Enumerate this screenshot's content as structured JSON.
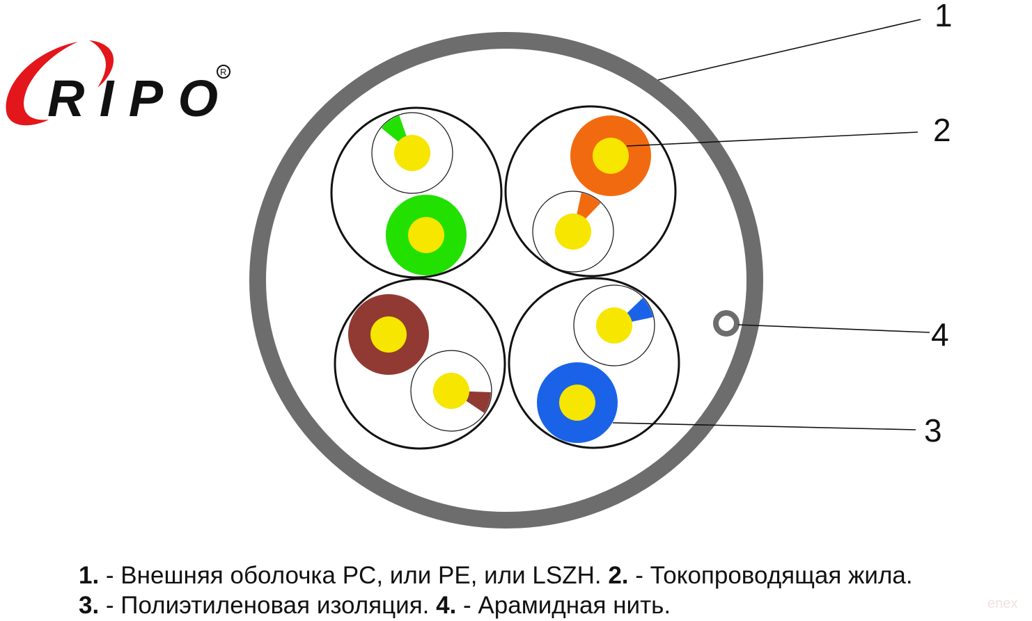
{
  "logo": {
    "text": "RIPO",
    "mark": "®",
    "colors": {
      "swoosh": "#e3161b",
      "text": "#111111"
    }
  },
  "callouts": [
    "1",
    "2",
    "3",
    "4"
  ],
  "legend": {
    "line1": [
      {
        "num": "1.",
        "text": " - Внешняя оболочка PC, или PE, или LSZH. "
      },
      {
        "num": "2.",
        "text": " - Токопроводящая жила."
      }
    ],
    "line2": [
      {
        "num": "3.",
        "text": " - Полиэтиленовая изоляция. "
      },
      {
        "num": "4.",
        "text": " - Арамидная нить."
      }
    ]
  },
  "watermark": "enex",
  "colors": {
    "jacket": "#6d6d6d",
    "core": "#f6e600",
    "green": "#22e000",
    "orange": "#f26a10",
    "brown": "#913a33",
    "blue": "#1a63e8"
  },
  "pairs": [
    {
      "name": "green-pair",
      "color": "green"
    },
    {
      "name": "orange-pair",
      "color": "orange"
    },
    {
      "name": "brown-pair",
      "color": "brown"
    },
    {
      "name": "blue-pair",
      "color": "blue"
    }
  ]
}
